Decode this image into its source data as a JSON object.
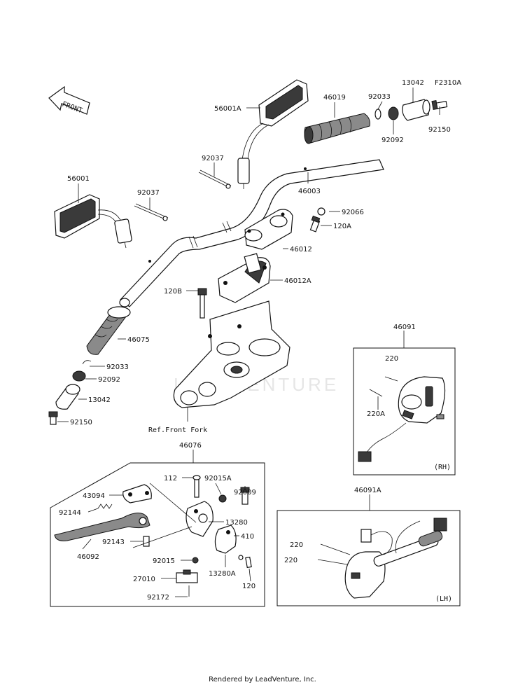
{
  "diagram": {
    "code": "F2310A",
    "front_arrow": "FRONT",
    "watermark": "LEADVENTURE",
    "reference_label": "Ref.Front Fork",
    "footer": "Rendered by LeadVenture, Inc.",
    "labels": {
      "p56001A": "56001A",
      "p46019": "46019",
      "p92033_top": "92033",
      "p13042_top": "13042",
      "p92150_top": "92150",
      "p92092_top": "92092",
      "p92037_top": "92037",
      "p56001": "56001",
      "p92037_left": "92037",
      "p46003": "46003",
      "p92066": "92066",
      "p120A": "120A",
      "p46012": "46012",
      "p46012A": "46012A",
      "p120B": "120B",
      "p46075": "46075",
      "p92033_left": "92033",
      "p92092_left": "92092",
      "p13042_left": "13042",
      "p92150_left": "92150",
      "p46091": "46091",
      "p220_rh": "220",
      "p220A": "220A",
      "rh": "(RH)",
      "p46076": "46076",
      "p112": "112",
      "p92015A": "92015A",
      "p43094": "43094",
      "p92009": "92009",
      "p92144": "92144",
      "p13280": "13280",
      "p410": "410",
      "p92143": "92143",
      "p46092": "46092",
      "p92015": "92015",
      "p13280A": "13280A",
      "p120": "120",
      "p27010": "27010",
      "p92172": "92172",
      "p46091A": "46091A",
      "p220_lh1": "220",
      "p220_lh2": "220",
      "lh": "(LH)"
    }
  }
}
